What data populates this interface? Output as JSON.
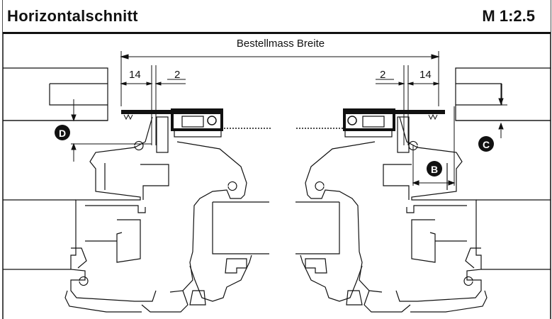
{
  "header": {
    "title": "Horizontalschnitt",
    "scale": "M 1:2.5"
  },
  "dimensions": {
    "overall_width_label": "Bestellmass Breite",
    "left_gap_14": "14",
    "left_gap_2": "2",
    "right_gap_2": "2",
    "right_gap_14": "14"
  },
  "markers": {
    "d": "D",
    "c": "C",
    "b": "B"
  },
  "colors": {
    "ink": "#111111",
    "marker_fill": "#111111",
    "marker_text": "#ffffff"
  }
}
